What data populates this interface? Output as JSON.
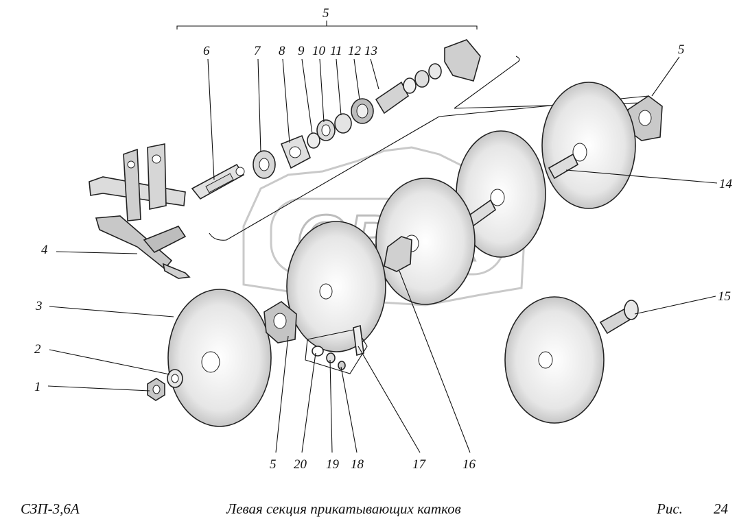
{
  "caption": {
    "model": "СЗП-3,6А",
    "title": "Левая секция прикатывающих катков",
    "fig_label": "Рис.",
    "fig_number": "24"
  },
  "watermark": "OPEX",
  "labels": {
    "group5": "5",
    "l1": "1",
    "l2": "2",
    "l3": "3",
    "l4": "4",
    "l5a": "5",
    "l5b": "5",
    "l6": "6",
    "l7": "7",
    "l8": "8",
    "l9": "9",
    "l10": "10",
    "l11": "11",
    "l12": "12",
    "l13": "13",
    "l14": "14",
    "l15": "15",
    "l16": "16",
    "l17": "17",
    "l18": "18",
    "l19": "19",
    "l20": "20"
  }
}
